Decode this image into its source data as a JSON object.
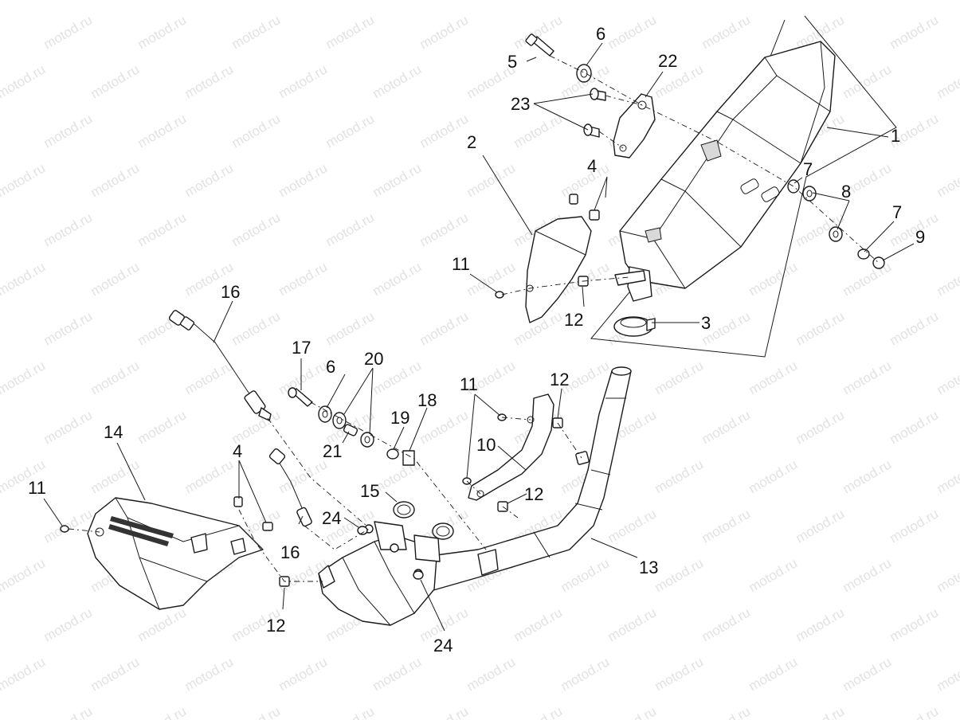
{
  "watermark": {
    "text": "motod.ru"
  },
  "callouts": [
    {
      "id": "c1",
      "label": "1"
    },
    {
      "id": "c2",
      "label": "2"
    },
    {
      "id": "c3",
      "label": "3"
    },
    {
      "id": "c4a",
      "label": "4"
    },
    {
      "id": "c4b",
      "label": "4"
    },
    {
      "id": "c5",
      "label": "5"
    },
    {
      "id": "c6a",
      "label": "6"
    },
    {
      "id": "c6b",
      "label": "6"
    },
    {
      "id": "c7a",
      "label": "7"
    },
    {
      "id": "c7b",
      "label": "7"
    },
    {
      "id": "c8",
      "label": "8"
    },
    {
      "id": "c9",
      "label": "9"
    },
    {
      "id": "c10",
      "label": "10"
    },
    {
      "id": "c11a",
      "label": "11"
    },
    {
      "id": "c11b",
      "label": "11"
    },
    {
      "id": "c11c",
      "label": "11"
    },
    {
      "id": "c12a",
      "label": "12"
    },
    {
      "id": "c12b",
      "label": "12"
    },
    {
      "id": "c12c",
      "label": "12"
    },
    {
      "id": "c12d",
      "label": "12"
    },
    {
      "id": "c13",
      "label": "13"
    },
    {
      "id": "c14",
      "label": "14"
    },
    {
      "id": "c15",
      "label": "15"
    },
    {
      "id": "c16a",
      "label": "16"
    },
    {
      "id": "c16b",
      "label": "16"
    },
    {
      "id": "c17",
      "label": "17"
    },
    {
      "id": "c18",
      "label": "18"
    },
    {
      "id": "c19",
      "label": "19"
    },
    {
      "id": "c20",
      "label": "20"
    },
    {
      "id": "c21",
      "label": "21"
    },
    {
      "id": "c22",
      "label": "22"
    },
    {
      "id": "c23",
      "label": "23"
    },
    {
      "id": "c24a",
      "label": "24"
    },
    {
      "id": "c24b",
      "label": "24"
    }
  ]
}
